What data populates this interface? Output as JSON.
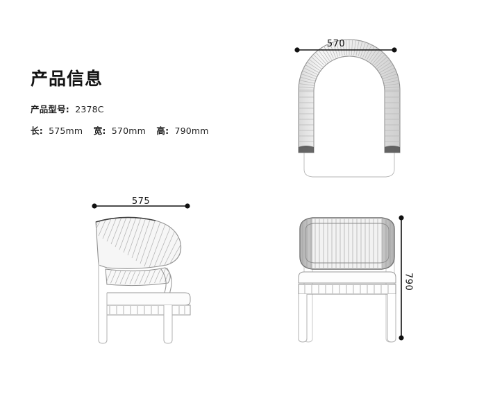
{
  "product_info": {
    "heading": "产品信息",
    "model_label": "产品型号:",
    "model_value": "2378C",
    "length_label": "长:",
    "length_value": "575mm",
    "width_label": "宽:",
    "width_value": "570mm",
    "height_label": "高:",
    "height_value": "790mm"
  },
  "dimensions": {
    "top_view_width": "570",
    "side_view_width": "575",
    "front_view_height": "790"
  },
  "views": {
    "top": "top-view-chair-outline",
    "side": "side-view-chair-outline",
    "front": "front-view-chair-outline"
  },
  "colors": {
    "background": "#ffffff",
    "text": "#1a1a1a",
    "line": "#8c8c8c",
    "line_dark": "#4a4a4a",
    "dimension": "#121212",
    "weave_fill": "#f2f2f2"
  }
}
